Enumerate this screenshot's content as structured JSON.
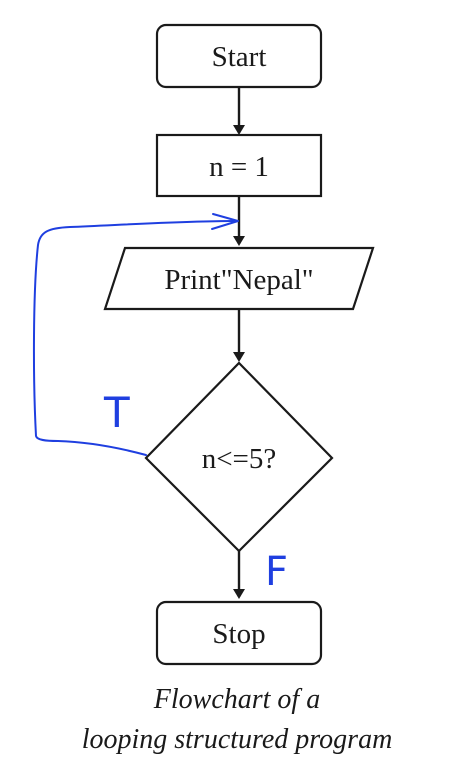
{
  "nodes": {
    "start": "Start",
    "init": "n = 1",
    "print": "Print\"Nepal\"",
    "decision": "n<=5?",
    "stop": "Stop"
  },
  "annotations": {
    "true_label": "T",
    "false_label": "F"
  },
  "caption": {
    "line1": "Flowchart of a",
    "line2": "looping structured program"
  },
  "colors": {
    "shape_stroke": "#1a1a1a",
    "handwriting": "#1f3fe0"
  }
}
